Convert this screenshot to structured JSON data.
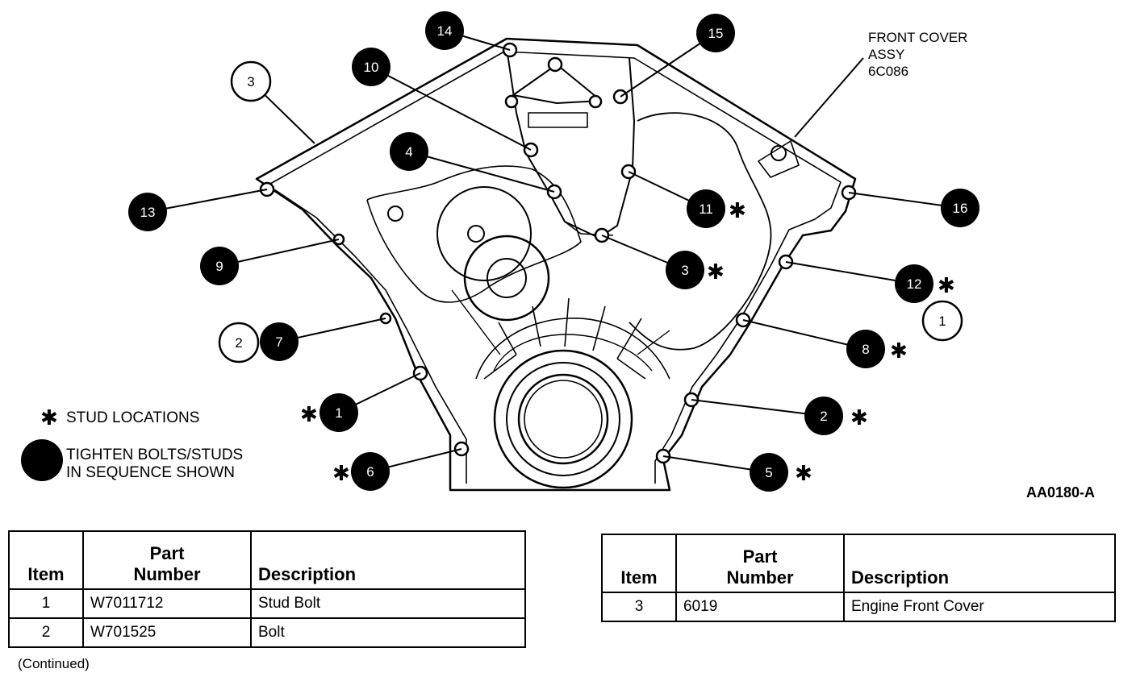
{
  "diagram": {
    "callout_front_cover": [
      "FRONT COVER",
      "ASSY",
      "6C086"
    ],
    "figure_code": "AA0180-A",
    "legend": {
      "star_symbol": "✱",
      "stud_locations": "STUD LOCATIONS",
      "sequence_line1": "TIGHTEN BOLTS/STUDS",
      "sequence_line2": "IN SEQUENCE SHOWN"
    },
    "sequence_numbers": [
      "1",
      "2",
      "3",
      "4",
      "5",
      "6",
      "7",
      "8",
      "9",
      "10",
      "11",
      "12",
      "13",
      "14",
      "15",
      "16"
    ],
    "item_callouts": [
      "1",
      "2",
      "3"
    ],
    "stud_sequence": [
      "1",
      "2",
      "3",
      "5",
      "6",
      "8",
      "11",
      "12"
    ]
  },
  "tables": {
    "headers": {
      "item": "Item",
      "part_line1": "Part",
      "part_line2": "Number",
      "description": "Description"
    },
    "left_rows": [
      {
        "item": "1",
        "part": "W7011712",
        "description": "Stud Bolt"
      },
      {
        "item": "2",
        "part": "W701525",
        "description": "Bolt"
      }
    ],
    "right_rows": [
      {
        "item": "3",
        "part": "6019",
        "description": "Engine Front Cover"
      }
    ],
    "continued": "(Continued)"
  }
}
